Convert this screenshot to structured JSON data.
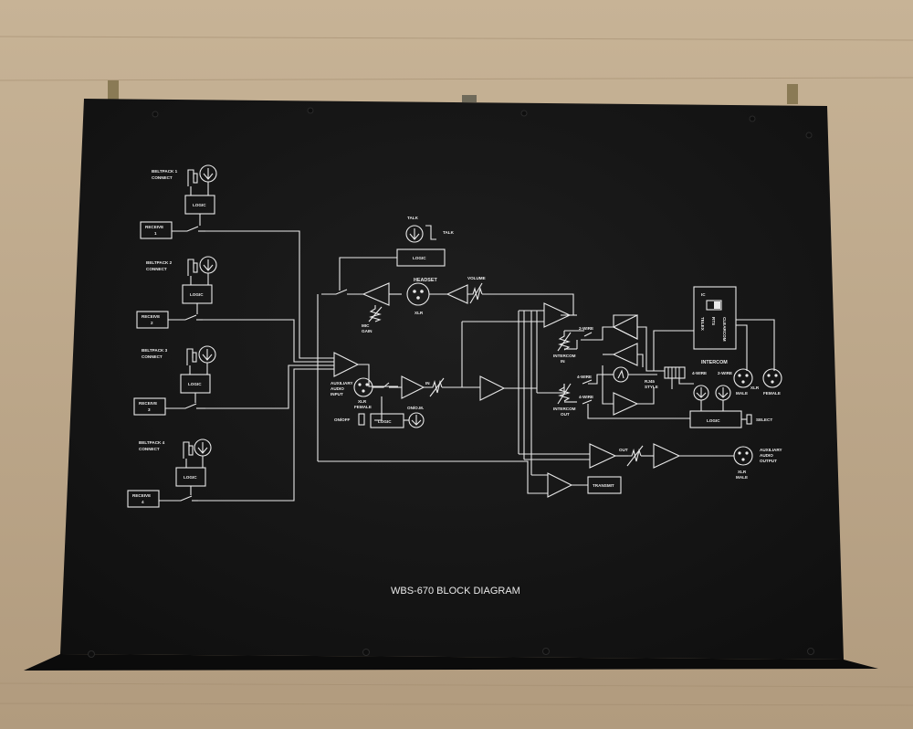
{
  "colors": {
    "panel": "#151515",
    "ink": "#e9e9e9",
    "wood": "#b9a58a"
  },
  "title": "WBS-670 BLOCK DIAGRAM",
  "beltpacks": [
    {
      "label": "BELTPACK 1",
      "sub": "CONNECT",
      "logic": "LOGIC",
      "receive": "RECEIVE",
      "num": "1"
    },
    {
      "label": "BELTPACK 2",
      "sub": "CONNECT",
      "logic": "LOGIC",
      "receive": "RECEIVE",
      "num": "2"
    },
    {
      "label": "BELTPACK 3",
      "sub": "CONNECT",
      "logic": "LOGIC",
      "receive": "RECEIVE",
      "num": "3"
    },
    {
      "label": "BELTPACK 4",
      "sub": "CONNECT",
      "logic": "LOGIC",
      "receive": "RECEIVE",
      "num": "4"
    }
  ],
  "talk": {
    "label_left": "TALK",
    "label_right": "TALK",
    "logic": "LOGIC"
  },
  "headset": {
    "label": "HEADSET",
    "xlr": "XLR",
    "volume": "VOLUME",
    "mic": "MIC",
    "gain": "GAIN"
  },
  "aux_in": {
    "label1": "AUXILIARY",
    "label2": "AUDIO",
    "label3": "INPUT",
    "xlr": "XLR",
    "female": "FEMALE",
    "in": "IN"
  },
  "onoff": {
    "label": "ON/OFF",
    "logic": "LOGIC",
    "onair": "ON/O.M."
  },
  "intercom": {
    "title": "INTERCOM",
    "ic": "IC",
    "selector": [
      "TELEX",
      "RTS",
      "CLEARCOM"
    ],
    "two_wire": "2-WIRE",
    "four_wire": "4-WIRE",
    "intercom_in": [
      "INTERCOM",
      "IN"
    ],
    "intercom_out": [
      "INTERCOM",
      "OUT"
    ],
    "rj45": [
      "RJ45",
      "STYLE"
    ],
    "four_wire_b": "4-WIRE",
    "two_wire_b": "2-WIRE",
    "male": "MALE",
    "female": "FEMALE",
    "logic": "LOGIC",
    "select": "SELECT"
  },
  "aux_out": {
    "out": "OUT",
    "label1": "AUXILIARY",
    "label2": "AUDIO",
    "label3": "OUTPUT",
    "xlr": "XLR",
    "male": "MALE"
  },
  "transmit": "TRANSMIT"
}
